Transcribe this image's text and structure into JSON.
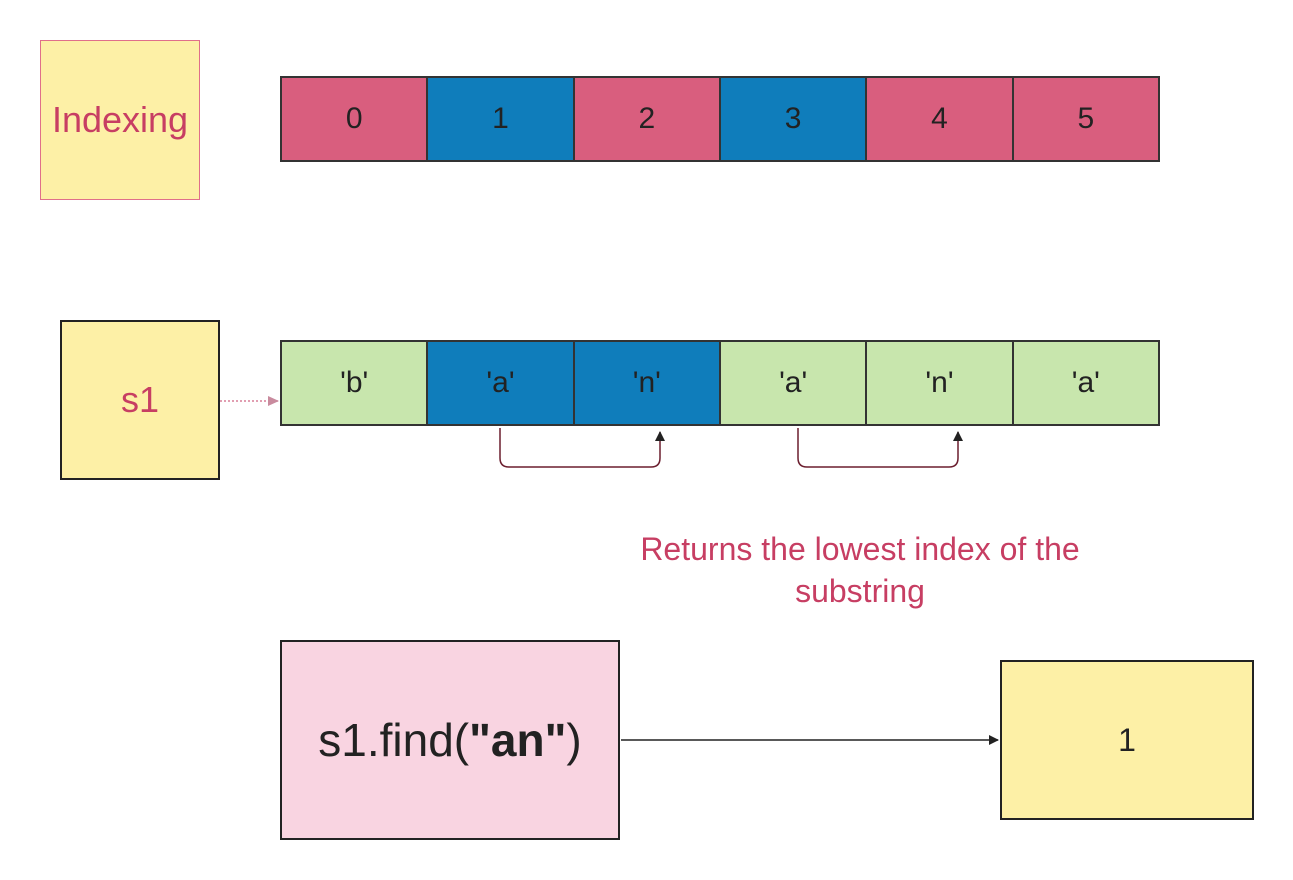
{
  "labels": {
    "indexing": "Indexing",
    "variable": "s1"
  },
  "index_cells": [
    {
      "text": "0",
      "color": "#d95e7e"
    },
    {
      "text": "1",
      "color": "#0f7dbb"
    },
    {
      "text": "2",
      "color": "#d95e7e"
    },
    {
      "text": "3",
      "color": "#0f7dbb"
    },
    {
      "text": "4",
      "color": "#d95e7e"
    },
    {
      "text": "5",
      "color": "#d95e7e"
    }
  ],
  "string_cells": [
    {
      "text": "'b'",
      "color": "#c8e6ad"
    },
    {
      "text": "'a'",
      "color": "#0f7dbb"
    },
    {
      "text": "'n'",
      "color": "#0f7dbb"
    },
    {
      "text": "'a'",
      "color": "#c8e6ad"
    },
    {
      "text": "'n'",
      "color": "#c8e6ad"
    },
    {
      "text": "'a'",
      "color": "#c8e6ad"
    }
  ],
  "caption": {
    "line1": "Returns the lowest index of the",
    "line2": "substring"
  },
  "call": {
    "prefix": "s1.find(",
    "argument": "\"an\"",
    "suffix": ")"
  },
  "result": "1"
}
